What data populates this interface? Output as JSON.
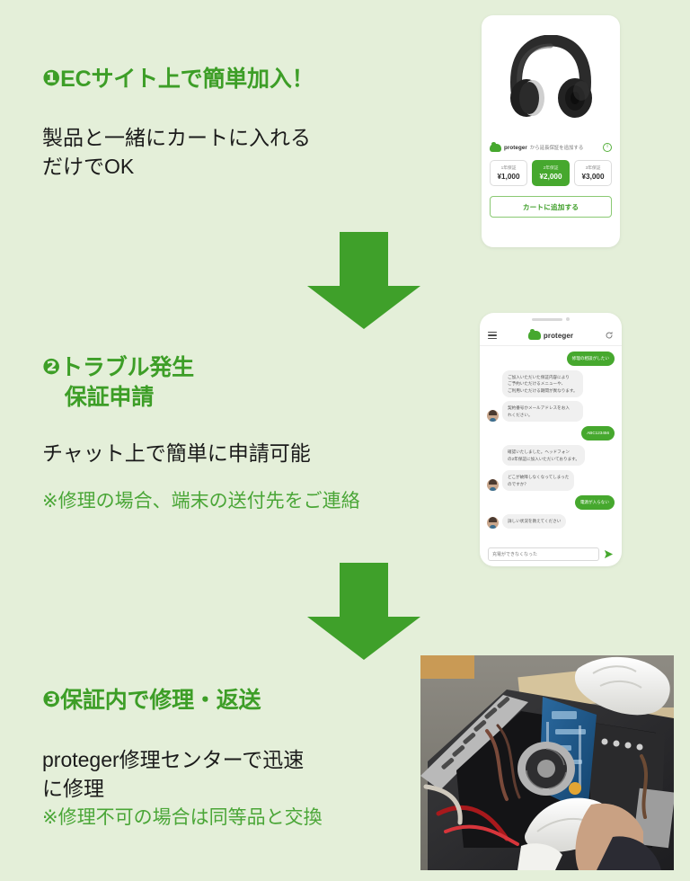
{
  "page": {
    "background_color": "#e4efd9",
    "accent_green": "#3d9e27",
    "note_green": "#4aa637",
    "body_text_color": "#1b1b1b"
  },
  "steps": [
    {
      "number_glyph": "❶",
      "heading": "ECサイト上で簡単加入！",
      "body": "製品と一緒にカートに入れる\nだけでOK",
      "note": ""
    },
    {
      "number_glyph": "❷",
      "heading": "トラブル発生\n　保証申請",
      "body": "チャット上で簡単に申請可能",
      "note": "※修理の場合、端末の送付先をご連絡"
    },
    {
      "number_glyph": "❸",
      "heading": "保証内で修理・返送",
      "body": "proteger修理センターで迅速\nに修理",
      "note": "※修理不可の場合は同等品と交換"
    }
  ],
  "arrows": [
    {
      "name": "arrow-step1-to-step2",
      "direction": "down",
      "color": "#3fa02a"
    },
    {
      "name": "arrow-step2-to-step3",
      "direction": "down",
      "color": "#3fa02a"
    }
  ],
  "product_card": {
    "product_image_alt": "black over-ear headphones",
    "brand": "proteger",
    "warranty_offer_text": "から延長保証を追加する",
    "info_icon": "info-icon",
    "plans": [
      {
        "term": "1年保証",
        "price": "¥1,000",
        "selected": false
      },
      {
        "term": "2年保証",
        "price": "¥2,000",
        "selected": true
      },
      {
        "term": "3年保証",
        "price": "¥3,000",
        "selected": false
      }
    ],
    "cart_button_label": "カートに追加する"
  },
  "chat_phone": {
    "menu_icon": "hamburger-icon",
    "brand": "proteger",
    "reload_icon": "reload-icon",
    "messages": [
      {
        "from": "user",
        "text": "修理の相談がしたい"
      },
      {
        "from": "agent",
        "text": "ご加入いただいた保証内容により\nご予約いただけるメニューや、\nご利用いただける期間が異なります。"
      },
      {
        "from": "agent",
        "text": "契約番号かメールアドレスをお入\nれください。"
      },
      {
        "from": "user",
        "text": "ABC123456"
      },
      {
        "from": "agent",
        "text": "確認いたしました。ヘッドフォン\nの2年保証に加入いただいております。"
      },
      {
        "from": "agent",
        "text": "どこが故障しなくなってしまった\nのですか？"
      },
      {
        "from": "user",
        "text": "電源が入らない"
      },
      {
        "from": "agent",
        "text": "詳しい状況を教えてください"
      }
    ],
    "input_placeholder": "充電ができなくなった",
    "send_icon": "send-icon"
  },
  "repair_photo": {
    "alt": "technician in white gloves repairing a PC motherboard"
  }
}
